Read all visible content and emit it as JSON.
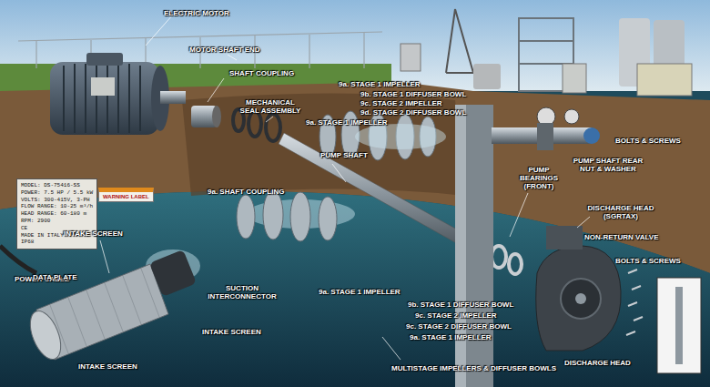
{
  "diagram": {
    "nodes": [
      {
        "text": [
          "MODEL: DS-75416-SS",
          "POWER: 7.5 HP / 5.5 kW",
          "VOLTS: 300-415V, 3-PH",
          "FLOW RANGE: 10-25 m³/h",
          "HEAD RANGE: 60-180 m",
          "RPM: 2900",
          "CE",
          "MADE IN ITALY",
          "IP68"
        ]
      },
      {
        "text": [
          "WARNING LABEL"
        ]
      }
    ],
    "labels": [
      "ELECTRIC MOTOR",
      "MOTOR SHAFT END",
      "SHAFT COUPLING",
      "MECHANICAL SEAL ASSEMBLY",
      "9a. STAGE 1 IMPELLER",
      "9b. STAGE 1 DIFFUSER BOWL",
      "9c. STAGE 2 IMPELLER",
      "9d. STAGE 2 DIFFUSER BOWL",
      "9a. STAGE 1 IMPELLER",
      "PUMP SHAFT",
      "9a. SHAFT COUPLING",
      "PUMP BEARINGS (FRONT)",
      "PUMP SHAFT REAR NUT & WASHER",
      "BOLTS & SCREWS",
      "DISCHARGE HEAD (SGRTAX)",
      "NON-RETURN VALVE",
      "BOLTS & SCREWS",
      "INTAKE SCREEN",
      "POWER CABLE",
      "SUCTION INTERCONNECTOR",
      "INTAKE SCREEN",
      "INTAKE SCREEN",
      "9a. STAGE 1 IMPELLER",
      "9b. STAGE 1 DIFFUSER BOWL",
      "9c. STAGE 2 IMPELLER",
      "9c. STAGE 2 DIFFUSER BOWL",
      "9a. STAGE 1 IMPELLER",
      "MULTISTAGE IMPELLERS & DIFFUSER BOWLS",
      "DISCHARGE HEAD",
      "DATA PLATE"
    ]
  }
}
